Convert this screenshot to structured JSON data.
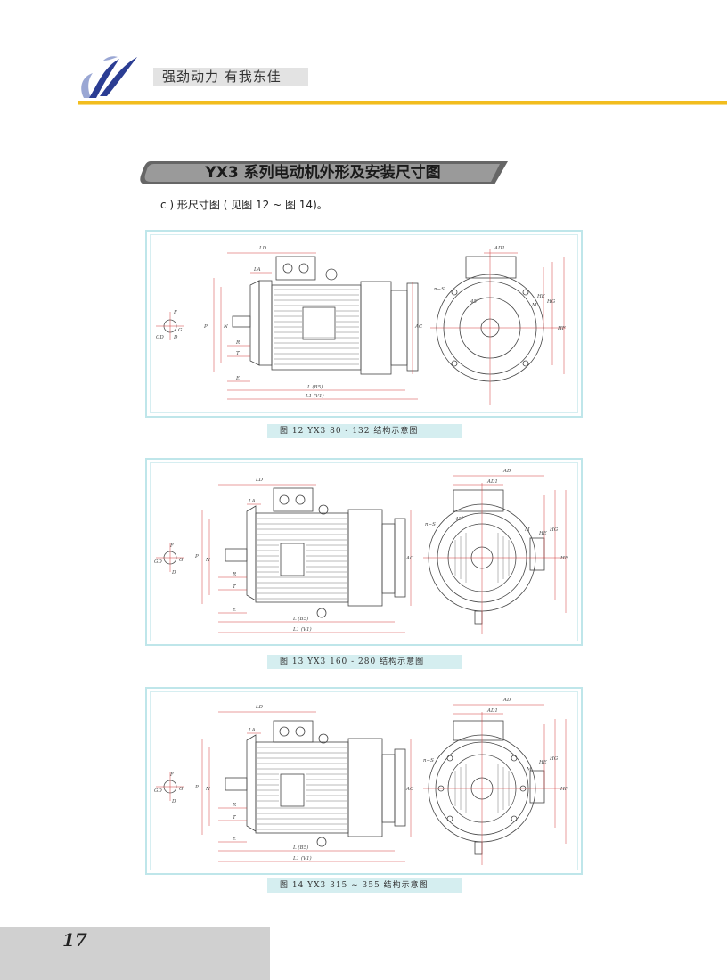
{
  "header": {
    "slogan": "强劲动力 有我东佳"
  },
  "section": {
    "title": "YX3 系列电动机外形及安装尺寸图",
    "intro": "c ) 形尺寸图 ( 见图 12 ~ 图 14)。"
  },
  "figures": [
    {
      "caption": "图 12  YX3 80 - 132 结构示意图"
    },
    {
      "caption": "图 13  YX3 160 - 280  结构示意图"
    },
    {
      "caption": "图 14  YX3 315 ~ 355  结构示意图"
    }
  ],
  "dimension_labels": {
    "LD": "LD",
    "LA": "LA",
    "L_B5": "L (B5)",
    "L1_V1": "L1 (V1)",
    "E": "E",
    "R": "R",
    "T": "T",
    "P": "P",
    "N": "N",
    "AC": "AC",
    "AD": "AD",
    "AD1": "AD1",
    "HE": "HE",
    "HG": "HG",
    "HF": "HF",
    "M": "M",
    "S": "n−S",
    "angle": "45°",
    "D": "D",
    "F": "F",
    "G": "G",
    "GD": "GD"
  },
  "page_number": "17",
  "colors": {
    "accent_bar": "#f2bd1e",
    "frame": "#bfe6ea",
    "caption_bg": "#d5eef0",
    "banner": "#666666",
    "drawing_dim": "#d13b3b"
  }
}
